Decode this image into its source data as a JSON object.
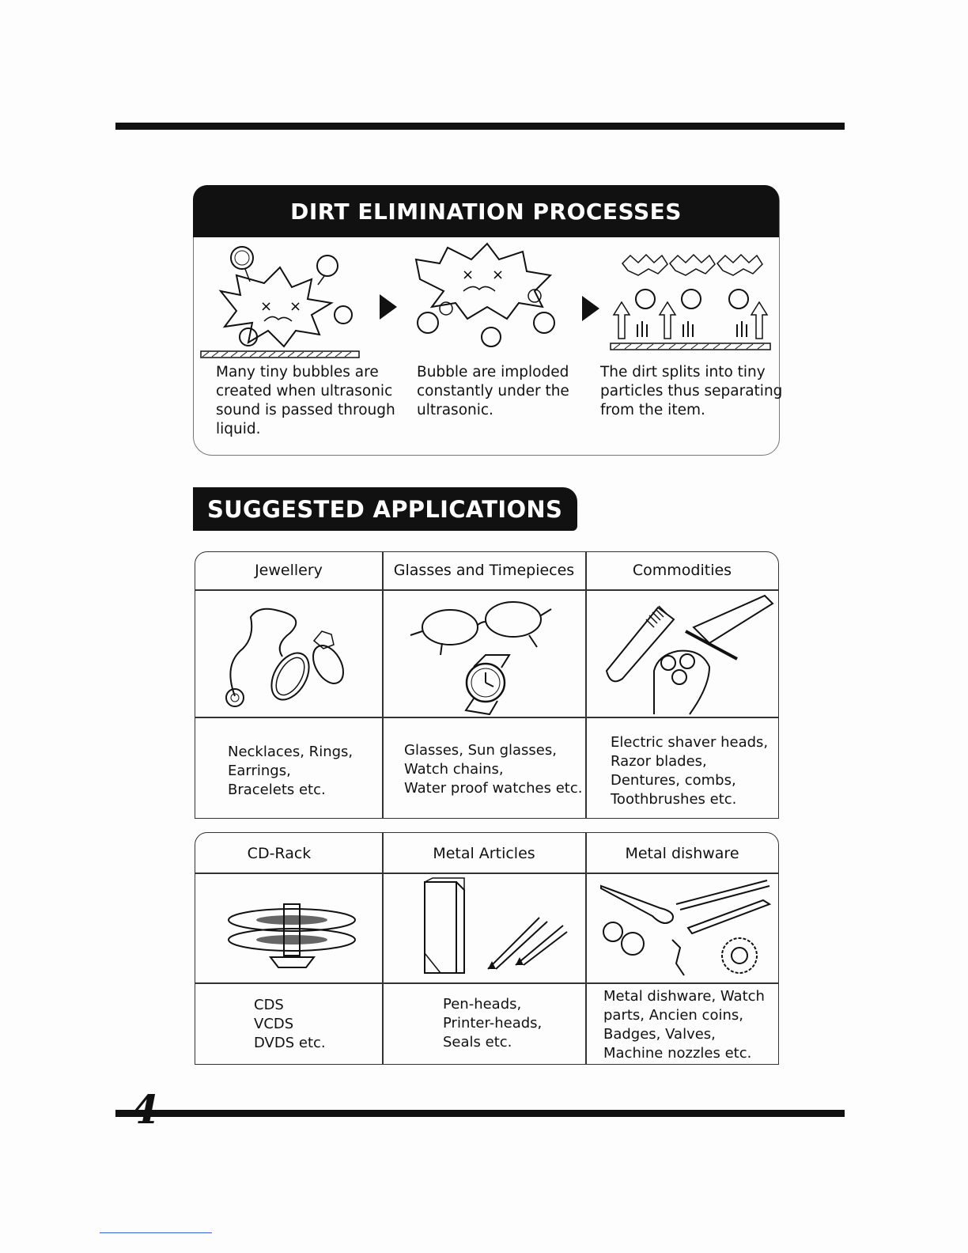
{
  "process": {
    "title": "DIRT ELIMINATION PROCESSES",
    "steps": [
      {
        "text": "Many tiny bubbles are\ncreated when ultrasonic\nsound is passed through\nliquid.",
        "illustration": "bubbles-forming-on-dirt"
      },
      {
        "text": "Bubble are imploded\nconstantly under the\nultrasonic.",
        "illustration": "bubbles-imploding"
      },
      {
        "text": "The dirt splits into tiny\nparticles thus separating\nfrom the item.",
        "illustration": "dirt-particles-lifting"
      }
    ]
  },
  "applications": {
    "title": "SUGGESTED APPLICATIONS",
    "table1": [
      {
        "title": "Jewellery",
        "icon": "jewellery-icon",
        "items": "Necklaces, Rings,\nEarrings,\nBracelets etc."
      },
      {
        "title": "Glasses and Timepieces",
        "icon": "glasses-watch-icon",
        "items": "Glasses, Sun glasses,\nWatch chains,\nWater proof watches etc."
      },
      {
        "title": "Commodities",
        "icon": "comb-razor-shaver-icon",
        "items": "Electric shaver heads,\nRazor blades,\nDentures, combs,\nToothbrushes etc."
      }
    ],
    "table2": [
      {
        "title": "CD-Rack",
        "icon": "cd-rack-icon",
        "items": "CDS\nVCDS\nDVDS etc."
      },
      {
        "title": "Metal Articles",
        "icon": "box-pens-icon",
        "items": "Pen-heads,\nPrinter-heads,\nSeals etc."
      },
      {
        "title": "Metal dishware",
        "icon": "cutlery-parts-icon",
        "items": "Metal dishware, Watch\nparts, Ancien coins,\nBadges, Valves,\nMachine nozzles etc."
      }
    ]
  },
  "page_number": "4"
}
